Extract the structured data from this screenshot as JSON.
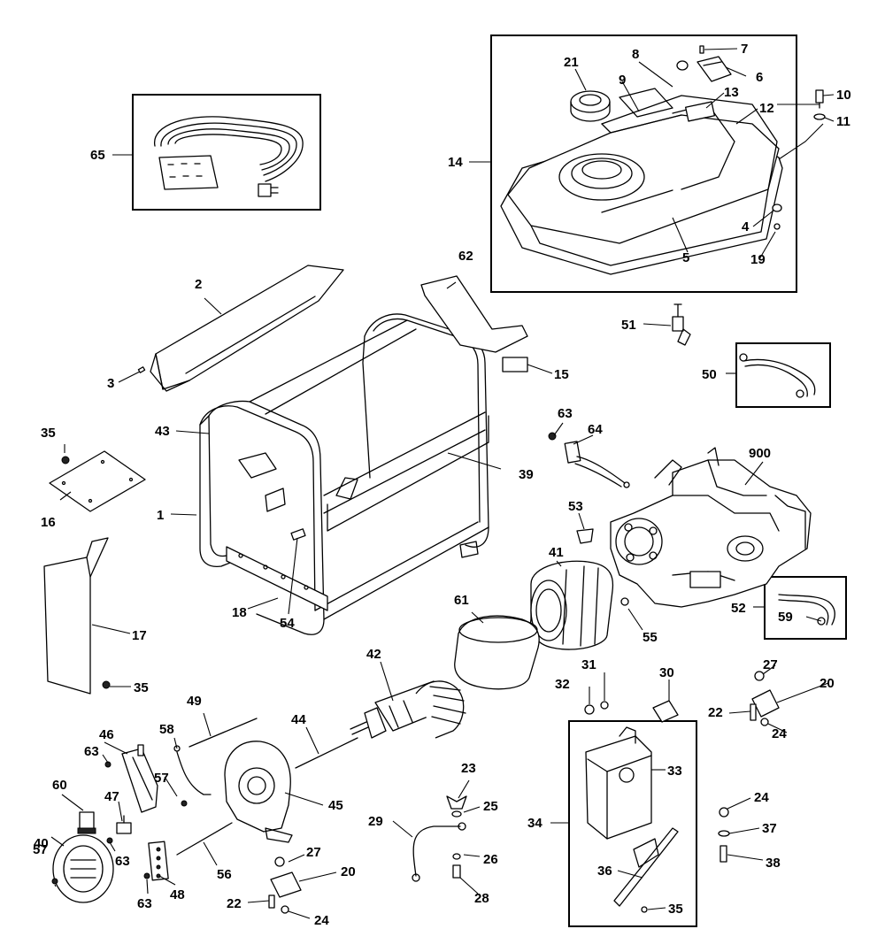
{
  "parts": {
    "p1": "1",
    "p2": "2",
    "p3": "3",
    "p4": "4",
    "p5": "5",
    "p6": "6",
    "p7": "7",
    "p8": "8",
    "p9": "9",
    "p10": "10",
    "p11": "11",
    "p12": "12",
    "p13": "13",
    "p14": "14",
    "p15": "15",
    "p16": "16",
    "p17": "17",
    "p18": "18",
    "p19": "19",
    "p20a": "20",
    "p20b": "20",
    "p21": "21",
    "p22a": "22",
    "p22b": "22",
    "p23": "23",
    "p24a": "24",
    "p24b": "24",
    "p24c": "24",
    "p25": "25",
    "p26": "26",
    "p27a": "27",
    "p27b": "27",
    "p28": "28",
    "p29": "29",
    "p30": "30",
    "p31": "31",
    "p32": "32",
    "p33": "33",
    "p34": "34",
    "p35a": "35",
    "p35b": "35",
    "p35c": "35",
    "p36": "36",
    "p37": "37",
    "p38": "38",
    "p39": "39",
    "p40": "40",
    "p41": "41",
    "p42": "42",
    "p43": "43",
    "p44": "44",
    "p45": "45",
    "p46": "46",
    "p47": "47",
    "p48": "48",
    "p49": "49",
    "p50": "50",
    "p51": "51",
    "p52": "52",
    "p53": "53",
    "p54": "54",
    "p55": "55",
    "p56": "56",
    "p57a": "57",
    "p57b": "57",
    "p58": "58",
    "p59": "59",
    "p60": "60",
    "p61": "61",
    "p62": "62",
    "p63a": "63",
    "p63b": "63",
    "p63c": "63",
    "p63d": "63",
    "p64": "64",
    "p65": "65",
    "p900": "900"
  }
}
